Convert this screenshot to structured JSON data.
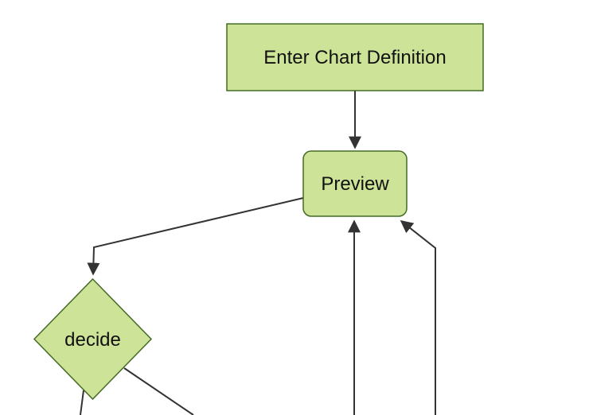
{
  "diagram": {
    "type": "flowchart-fragment",
    "nodes": [
      {
        "id": "A",
        "label": "Enter Chart Definition",
        "shape": "rectangle"
      },
      {
        "id": "B",
        "label": "Preview",
        "shape": "rounded-rectangle"
      },
      {
        "id": "C",
        "label": "decide",
        "shape": "diamond"
      }
    ],
    "edges": [
      {
        "from": "Enter Chart Definition",
        "to": "Preview",
        "arrowhead": true
      },
      {
        "from": "Preview",
        "to": "decide",
        "arrowhead": true
      },
      {
        "from": "offscreen-bottom",
        "to": "Preview",
        "arrowhead": true
      },
      {
        "from": "offscreen-bottom-right",
        "to": "Preview",
        "arrowhead": true
      },
      {
        "from": "decide",
        "to": "offscreen-bottom-left",
        "arrowhead": false
      },
      {
        "from": "decide",
        "to": "offscreen-bottom-right",
        "arrowhead": false
      }
    ],
    "colors": {
      "background": "#ffffff",
      "node_fill": "#cde498",
      "node_border": "#446b26",
      "edge": "#333333",
      "text": "#111111"
    }
  }
}
